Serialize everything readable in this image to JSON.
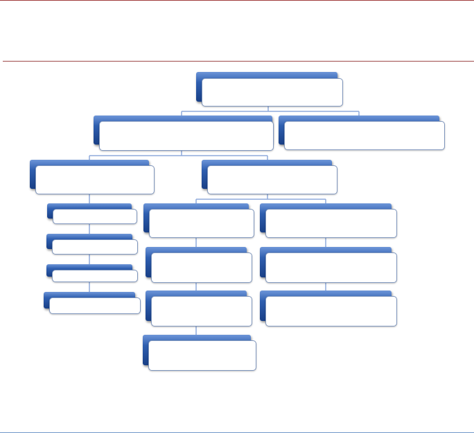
{
  "diagram": {
    "type": "org-chart",
    "colors": {
      "node_fill": "#2f5fb0",
      "node_face": "#ffffff",
      "connector": "#8faadc",
      "top_rule": "#a03a3a",
      "bottom_rule": "#6f97c9"
    },
    "nodes": [
      {
        "id": "root",
        "label": ""
      },
      {
        "id": "l1-a",
        "label": "",
        "parent": "root"
      },
      {
        "id": "l1-b",
        "label": "",
        "parent": "root"
      },
      {
        "id": "l2-a",
        "label": "",
        "parent": "l1-a"
      },
      {
        "id": "l2-b",
        "label": "",
        "parent": "l1-a"
      },
      {
        "id": "l3-a1",
        "label": "",
        "parent": "l2-a"
      },
      {
        "id": "l3-a2",
        "label": "",
        "parent": "l2-a"
      },
      {
        "id": "l3-a3",
        "label": "",
        "parent": "l2-a"
      },
      {
        "id": "l3-a4",
        "label": "",
        "parent": "l2-a"
      },
      {
        "id": "l3-b1",
        "label": "",
        "parent": "l2-b"
      },
      {
        "id": "l3-b2",
        "label": "",
        "parent": "l2-b"
      },
      {
        "id": "l3-b3",
        "label": "",
        "parent": "l2-b"
      },
      {
        "id": "l3-b4",
        "label": "",
        "parent": "l2-b"
      },
      {
        "id": "l3-c1",
        "label": "",
        "parent": "l2-b"
      },
      {
        "id": "l3-c2",
        "label": "",
        "parent": "l2-b"
      },
      {
        "id": "l3-c3",
        "label": "",
        "parent": "l2-b"
      }
    ]
  }
}
